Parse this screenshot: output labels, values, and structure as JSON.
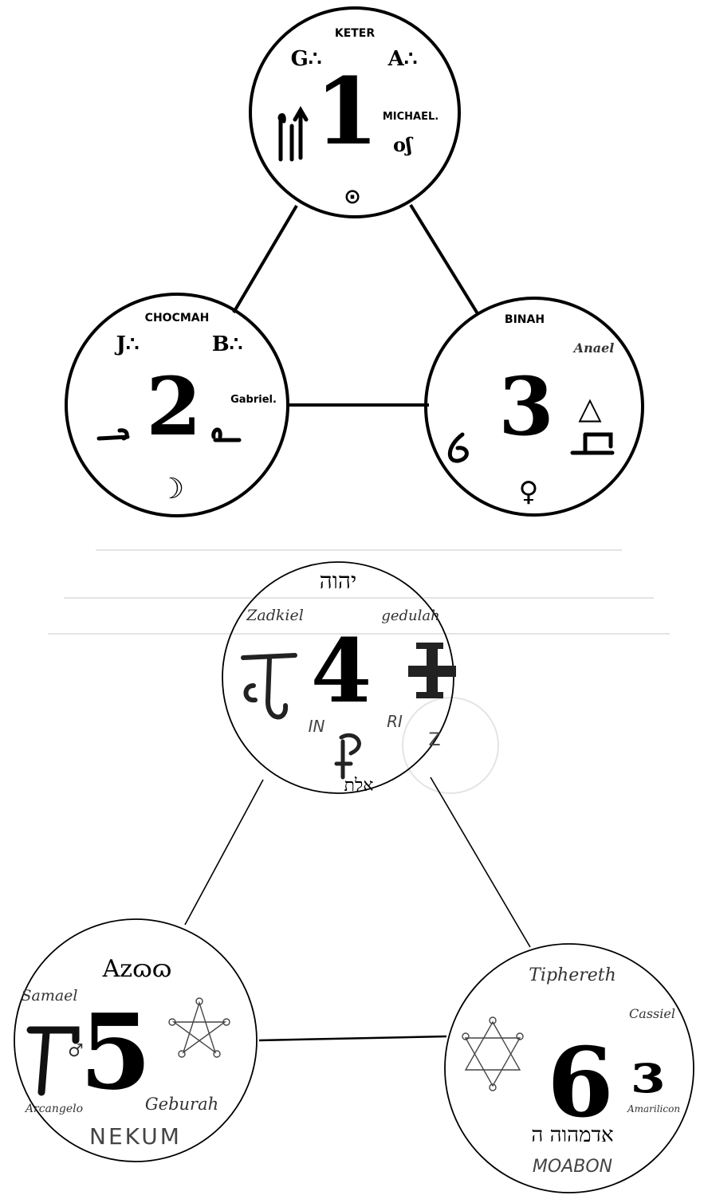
{
  "upper_triad": {
    "circle_1": {
      "name": "KETER",
      "number": "1",
      "left_mark": "G∴",
      "right_mark": "A∴",
      "angel": "MICHAEL.",
      "angel_sigil": "oʃ",
      "planet_symbol": "⊙"
    },
    "circle_2": {
      "name": "CHOCMAH",
      "number": "2",
      "left_mark": "J∴",
      "right_mark": "B∴",
      "angel": "Gabriel.",
      "planet_symbol": "☽"
    },
    "circle_3": {
      "name": "BINAH",
      "number": "3",
      "angel": "Anael",
      "element_symbol": "△",
      "planet_symbol": "♀"
    }
  },
  "lower_triad": {
    "circle_4": {
      "divine_name": "יהוה",
      "number": "4",
      "left_word": "Zadkiel",
      "right_word": "gedulah",
      "inscription_left": "IN",
      "inscription_right": "RI",
      "bottom_letters": "אלת",
      "corner_mark": "Z"
    },
    "circle_5": {
      "top_word": "Azɷɷ",
      "number": "5",
      "angel": "Samael",
      "archangel": "Arcangelo",
      "sephira": "Geburah",
      "bottom_word": "NEKUM",
      "planet_symbol": "♂"
    },
    "circle_6": {
      "sephira": "Tiphereth",
      "number": "6",
      "angel": "Cassiel",
      "archangel": "Amarilicon",
      "hebrew_line": "אדמהוה ה",
      "bottom_word": "MOABON",
      "hebrew_letter": "ɜ"
    }
  }
}
